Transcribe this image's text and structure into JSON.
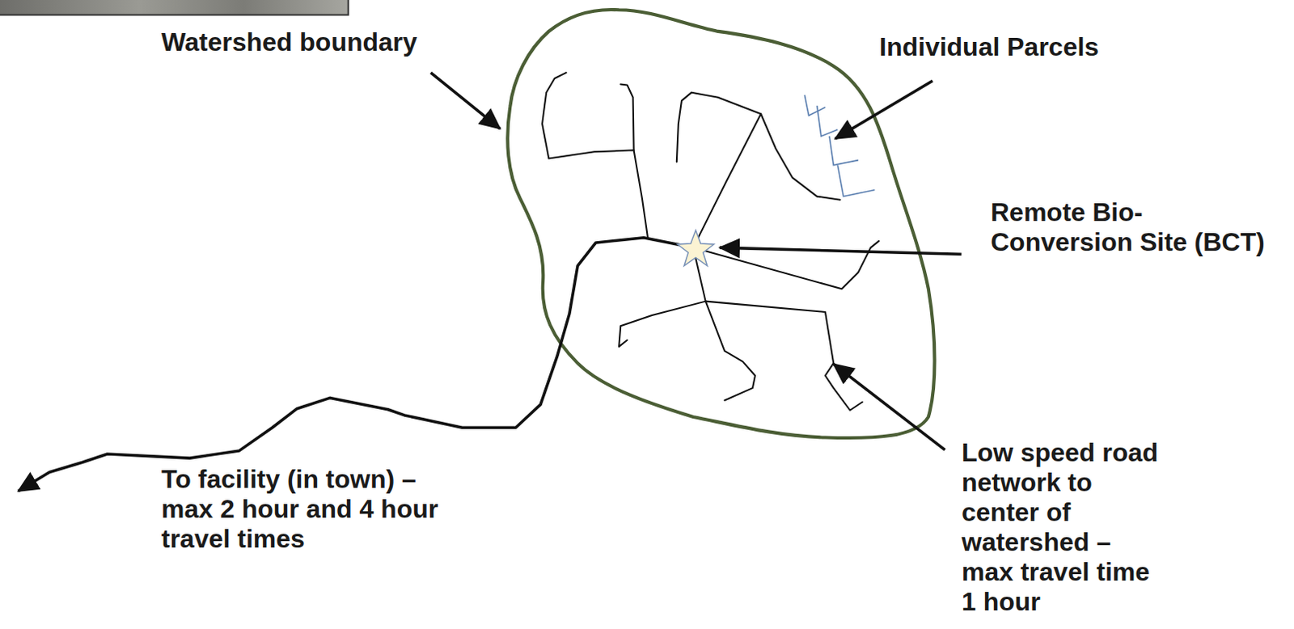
{
  "diagram": {
    "labels": [
      "Watershed boundary",
      "Individual Parcels",
      "Remote Bio- Conversion Site (BCT)",
      "To facility (in town) – max 2 hour and 4 hour travel times",
      "Low speed road network to center of watershed – max travel time 1 hour"
    ]
  }
}
